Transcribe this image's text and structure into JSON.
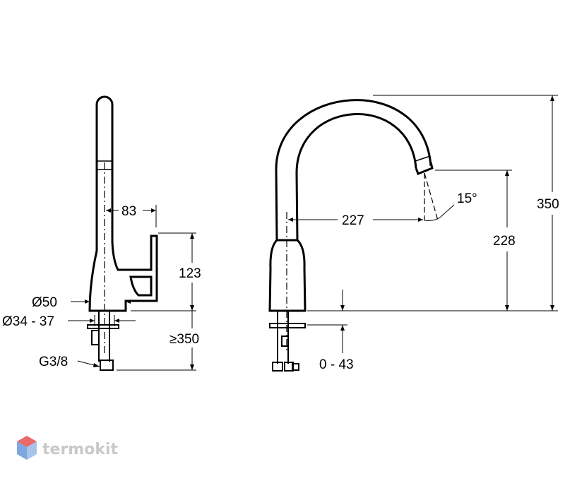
{
  "dimensions": {
    "width_83": "83",
    "height_123": "123",
    "diameter_50": "Ø50",
    "diameter_range": "Ø34 - 37",
    "min_350": "≥350",
    "thread": "G3/8",
    "reach_227": "227",
    "angle_15": "15°",
    "height_228": "228",
    "height_350": "350",
    "range_0_43": "0 - 43"
  },
  "watermark": {
    "text": "termokit",
    "colors": {
      "top": "#e96a6a",
      "left": "#7fa7df",
      "right": "#a7c3ea"
    }
  },
  "colors": {
    "line": "#000000",
    "background": "#ffffff"
  }
}
